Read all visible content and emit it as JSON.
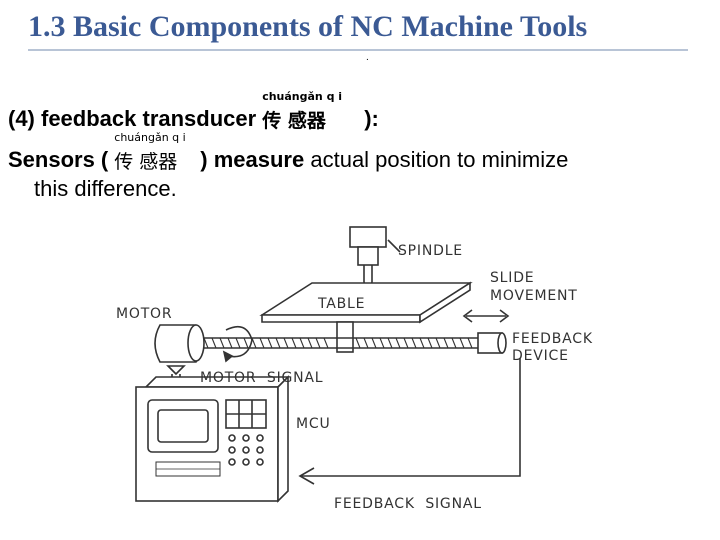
{
  "title": "1.3 Basic Components of NC Machine Tools",
  "title_dot": ".",
  "line1": {
    "prefix": "(4) feedback transducer",
    "open_paren": "(",
    "pinyin": "chuángǎn q i",
    "chinese": "传 感器",
    "suffix": "):"
  },
  "line2": {
    "start": "Sensors (",
    "pinyin": "chuángǎn q i",
    "chinese": "传 感器",
    "close": ")",
    "verb": "measure",
    "rest": "actual position to minimize"
  },
  "line3": "this difference.",
  "diagram": {
    "labels": {
      "spindle": "SPINDLE",
      "slide1": "SLIDE",
      "slide2": "MOVEMENT",
      "table": "TABLE",
      "motor": "MOTOR",
      "feedback1": "FEEDBACK",
      "feedback2": "DEVICE",
      "motor_signal": "MOTOR  SIGNAL",
      "mcu": "MCU",
      "feedback_signal": "FEEDBACK  SIGNAL"
    }
  },
  "colors": {
    "title": "#3b5a94",
    "rule": "#b8c4d6",
    "text": "#000000"
  }
}
